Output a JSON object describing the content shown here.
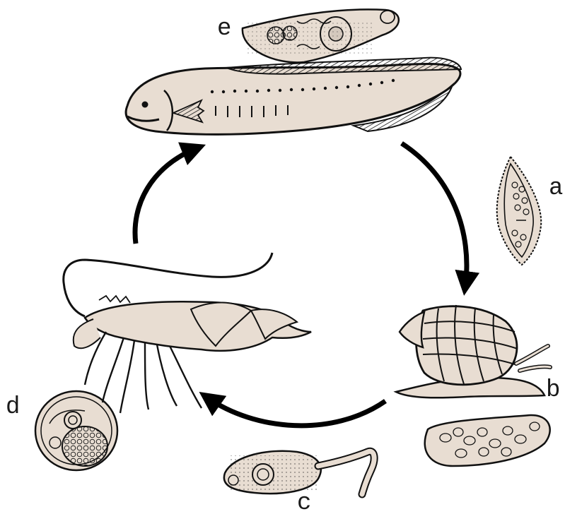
{
  "stages": [
    {
      "id": "a",
      "label": "a",
      "icon": "miracidium-icon"
    },
    {
      "id": "b",
      "label": "b",
      "icon": "snail-with-sporocyst-icon"
    },
    {
      "id": "c",
      "label": "c",
      "icon": "cercaria-icon"
    },
    {
      "id": "d",
      "label": "d",
      "icon": "metacercaria-cyst-icon"
    },
    {
      "id": "e",
      "label": "e",
      "icon": "adult-fluke-icon"
    }
  ],
  "hosts": [
    {
      "id": "fish",
      "icon": "eel-fish-icon"
    },
    {
      "id": "shrimp",
      "icon": "shrimp-icon"
    }
  ],
  "colors": {
    "body_fill": "#e8ddd2",
    "outline": "#111111",
    "arrow": "#000000",
    "background": "#ffffff"
  }
}
